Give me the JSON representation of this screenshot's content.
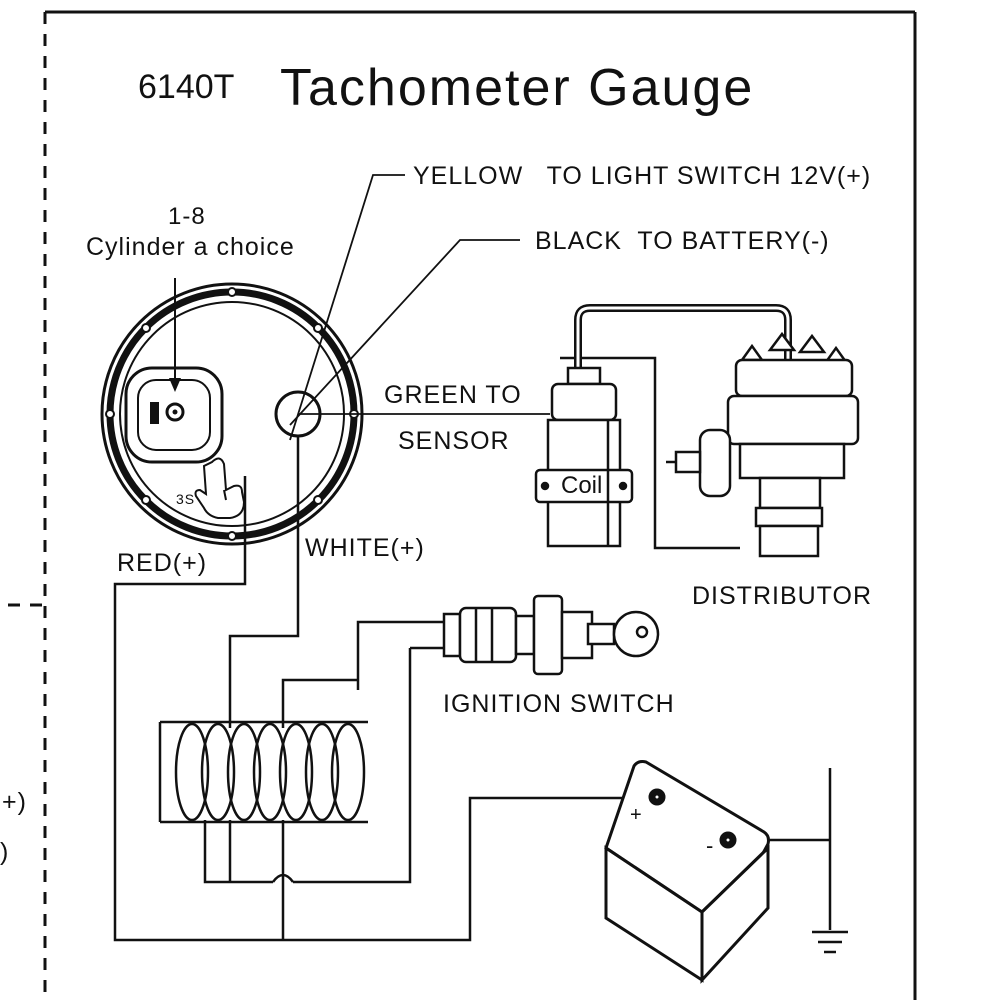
{
  "header": {
    "model": "6140T",
    "title": "Tachometer Gauge"
  },
  "wires": {
    "yellow": "YELLOW   TO LIGHT SWITCH 12V(+)",
    "black": "BLACK  TO BATTERY(-)",
    "green_line1": "GREEN TO",
    "green_line2": "SENSOR",
    "red": "RED(+)",
    "white": "WHITE(+)"
  },
  "gauge": {
    "cylinder_range": "1-8",
    "cylinder_text": "Cylinder a choice",
    "hold_time": "3S"
  },
  "components": {
    "coil": "Coil",
    "distributor": "DISTRIBUTOR",
    "ignition_switch": "IGNITION SWITCH",
    "battery_plus": "+",
    "battery_minus": "-"
  },
  "edge_fragments": {
    "frag1": "+)",
    "frag2": ")"
  }
}
